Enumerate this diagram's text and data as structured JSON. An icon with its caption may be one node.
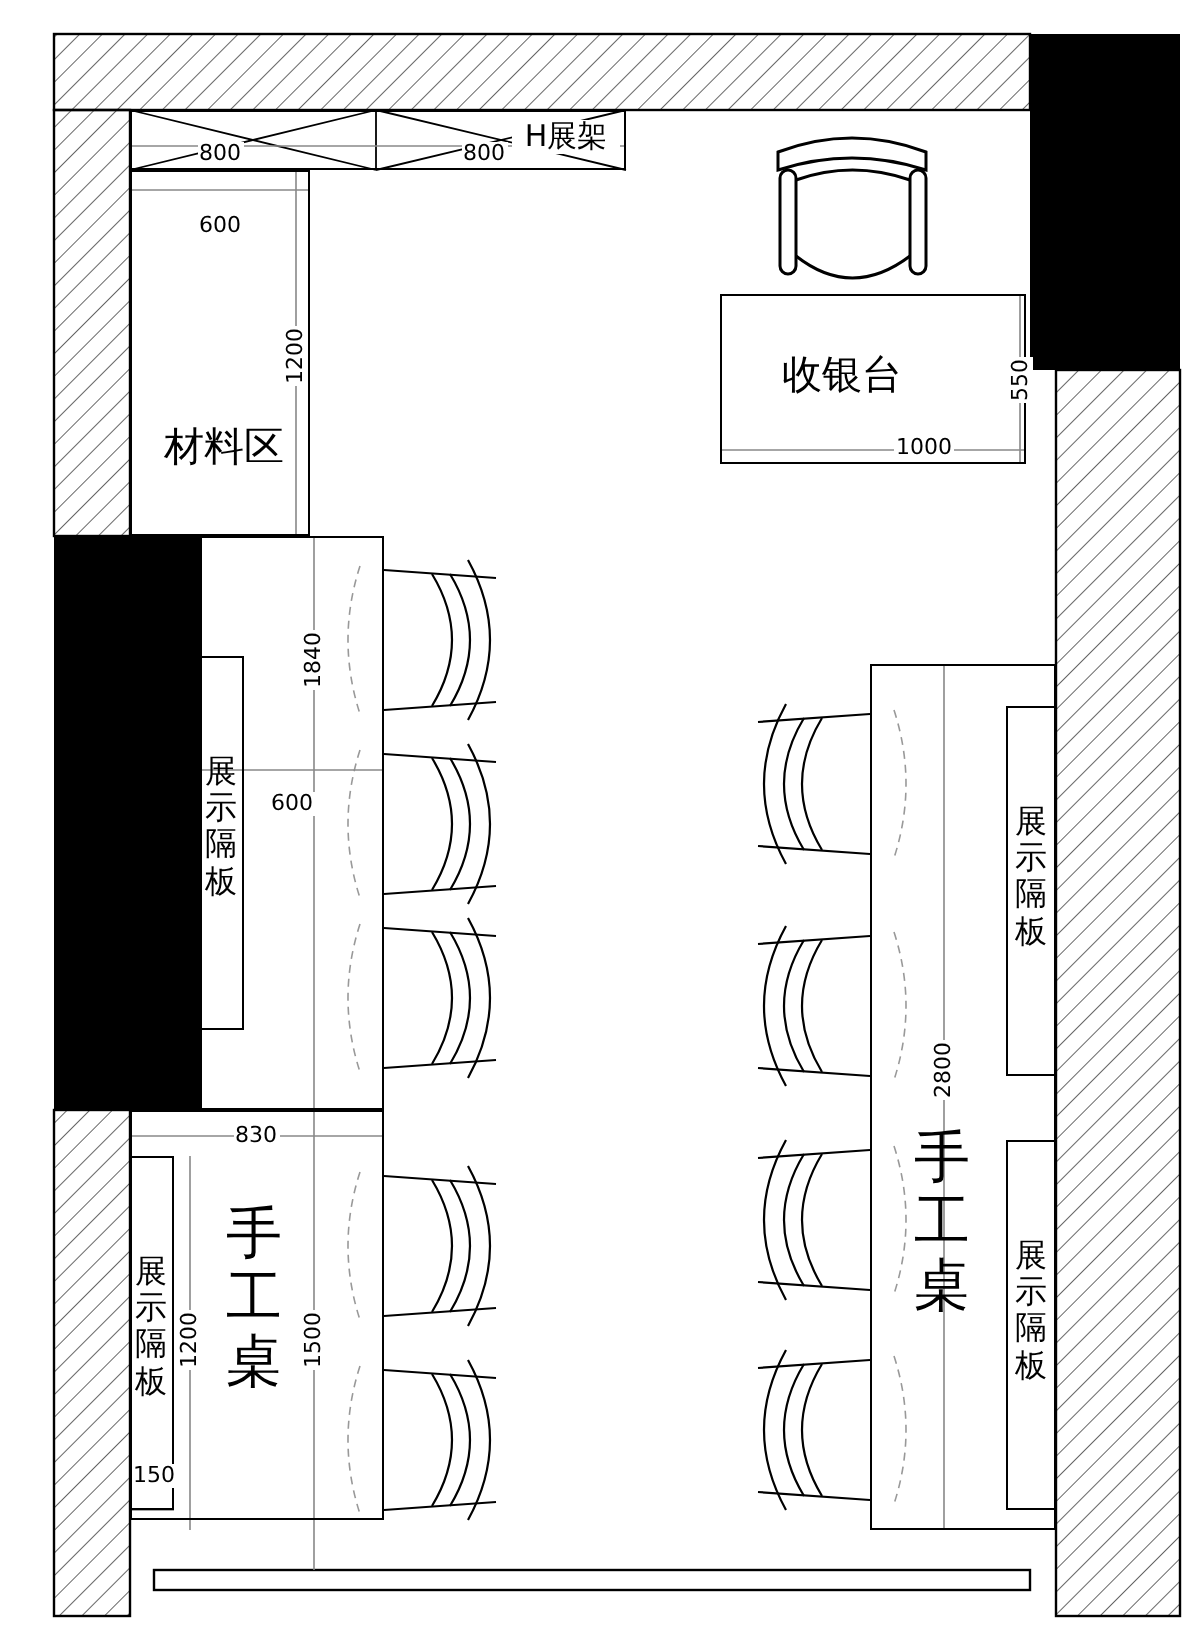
{
  "diagram": {
    "nodes": [
      {
        "text": [
          "H展架"
        ]
      },
      {
        "text": [
          "材料区"
        ]
      },
      {
        "text": [
          "收银台"
        ]
      },
      {
        "text": [],
        "shape": "box"
      },
      {
        "text": [
          "展示隔板"
        ],
        "in": 3
      },
      {
        "text": [
          "手工桌"
        ]
      },
      {
        "text": [
          "展示隔板"
        ],
        "in": 5
      },
      {
        "text": [
          "手工桌"
        ]
      },
      {
        "text": [
          "展示隔板"
        ],
        "in": 7
      },
      {
        "text": [
          "展示隔板"
        ],
        "in": 7
      }
    ],
    "labels": [
      "800",
      "800",
      "600",
      "1200",
      "550",
      "1000",
      "1840",
      "600",
      "830",
      "1200",
      "1500",
      "150",
      "2800"
    ]
  }
}
